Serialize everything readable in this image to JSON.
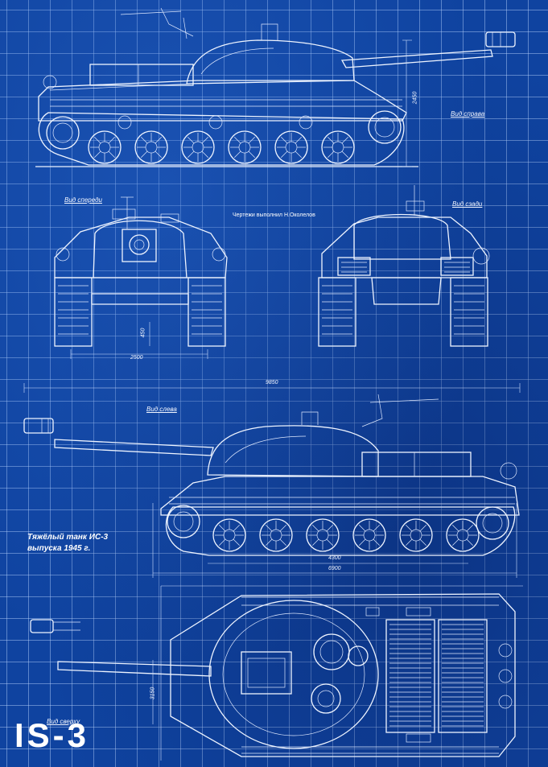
{
  "title": "IS-3",
  "caption": {
    "line1": "Тяжёлый танк ИС-3",
    "line2": "выпуска 1945 г."
  },
  "author": "Чертежи выполнил Н.Околелов",
  "views": {
    "right": "Вид справа",
    "front": "Вид спереди",
    "rear": "Вид сзади",
    "left": "Вид слева",
    "top": "Вид сверху"
  },
  "dimensions": {
    "height": "2450",
    "front_width": "2500",
    "ground_clearance": "450",
    "overall_length": "9850",
    "hull_length": "6900",
    "track_contact": "4300",
    "width_top": "3150"
  },
  "colors": {
    "paper": "#0f43a0",
    "lines": "#eef4ff"
  }
}
